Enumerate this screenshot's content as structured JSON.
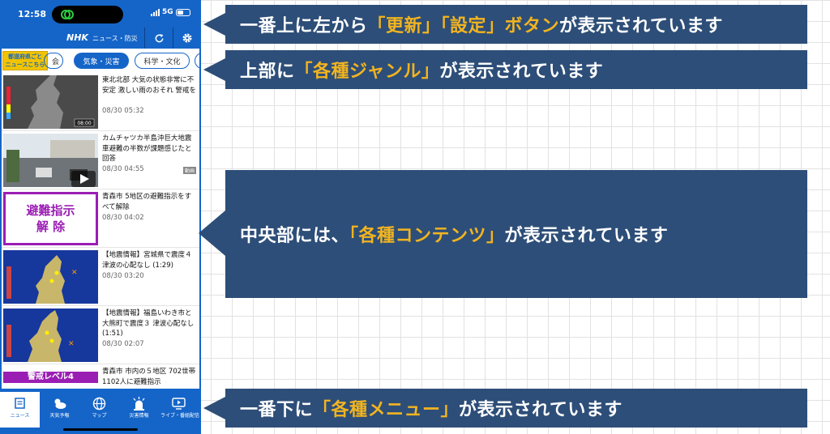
{
  "status_bar": {
    "time": "12:58",
    "network": "5G"
  },
  "header": {
    "brand": "NHK",
    "brand_sub": "ニュース・防災",
    "refresh_icon": "refresh-icon",
    "settings_icon": "gear-icon"
  },
  "genre_bar": {
    "pref_badge": [
      "都道府県ごと",
      "ニュースこちら"
    ],
    "chips": [
      "会",
      "気象・災害",
      "科学・文化",
      ""
    ]
  },
  "feed": {
    "items": [
      {
        "title": "東北北部 大気の状態非常に不安定 激しい雨のおそれ 警戒を",
        "date": "08/30",
        "time": "05:32",
        "thumb": "weather-map",
        "thumb_label": "08:00"
      },
      {
        "title": "カムチャツカ半島沖巨大地震 車避難の半数が課題感じたと回答",
        "date": "08/30",
        "time": "04:55",
        "thumb": "street-video",
        "tag": "動画"
      },
      {
        "title": "青森市 5地区の避難指示をすべて解除",
        "date": "08/30",
        "time": "04:02",
        "thumb": "evacuation-card",
        "thumb_lines": [
          "避難指示",
          "解 除"
        ]
      },
      {
        "title": "【地震情報】宮城県で震度４ 津波の心配なし (1:29)",
        "date": "08/30",
        "time": "03:20",
        "thumb": "quake-map"
      },
      {
        "title": "【地震情報】福島いわき市と大熊町で震度３ 津波心配なし (1:51)",
        "date": "08/30",
        "time": "02:07",
        "thumb": "quake-map"
      },
      {
        "title": "青森市 市内の５地区 702世帯1102人に避難指示",
        "date": "",
        "time": "",
        "thumb": "alert-level",
        "thumb_label": "警戒レベル4"
      }
    ]
  },
  "tab_bar": {
    "tabs": [
      {
        "label": "ニュース",
        "icon": "news-icon",
        "active": true
      },
      {
        "label": "天気予報",
        "icon": "weather-icon",
        "active": false
      },
      {
        "label": "マップ",
        "icon": "globe-icon",
        "active": false
      },
      {
        "label": "災害情報",
        "icon": "alert-siren-icon",
        "active": false
      },
      {
        "label": "ライブ・番組配信",
        "icon": "tv-icon",
        "active": false
      }
    ]
  },
  "callouts": [
    {
      "pre": "一番上に左から",
      "hl": "「更新」「設定」ボタン",
      "post": "が表示されています"
    },
    {
      "pre": "上部に",
      "hl": "「各種ジャンル」",
      "post": "が表示されています"
    },
    {
      "pre": "中央部には、",
      "hl": "「各種コンテンツ」",
      "post": "が表示されています"
    },
    {
      "pre": "一番下に",
      "hl": "「各種メニュー」",
      "post": "が表示されています"
    }
  ],
  "colors": {
    "brand_blue": "#1565c8",
    "callout_bg": "#2d4e78",
    "highlight": "#f2b420",
    "evac_purple": "#9b1eb4"
  }
}
